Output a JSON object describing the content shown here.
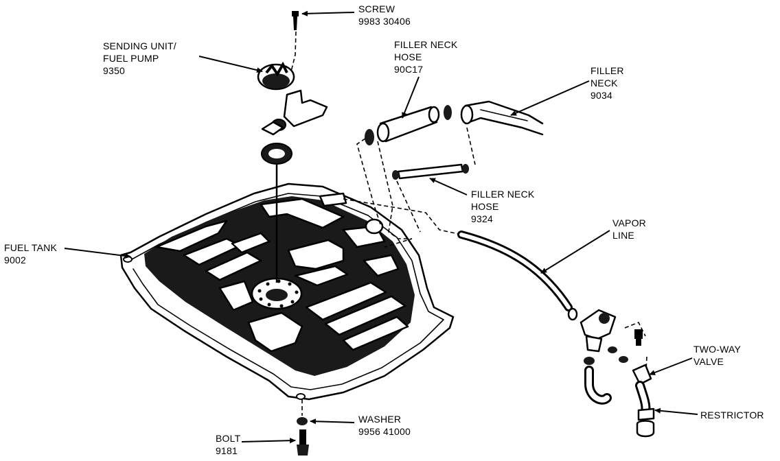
{
  "labels": {
    "screw": {
      "name": "SCREW",
      "number": "9983 30406"
    },
    "sending_unit": {
      "line1": "SENDING UNIT/",
      "line2": "FUEL PUMP",
      "number": "9350"
    },
    "filler_neck_hose_top": {
      "line1": "FILLER NECK",
      "line2": "HOSE",
      "number": "90C17"
    },
    "filler_neck": {
      "line1": "FILLER",
      "line2": "NECK",
      "number": "9034"
    },
    "filler_neck_hose_mid": {
      "line1": "FILLER NECK",
      "line2": "HOSE",
      "number": "9324"
    },
    "fuel_tank": {
      "name": "FUEL TANK",
      "number": "9002"
    },
    "vapor_line": {
      "line1": "VAPOR",
      "line2": "LINE"
    },
    "two_way_valve": {
      "line1": "TWO-WAY",
      "line2": "VALVE"
    },
    "restrictor": {
      "name": "RESTRICTOR"
    },
    "washer": {
      "name": "WASHER",
      "number": "9956 41000"
    },
    "bolt": {
      "name": "BOLT",
      "number": "9181"
    }
  }
}
